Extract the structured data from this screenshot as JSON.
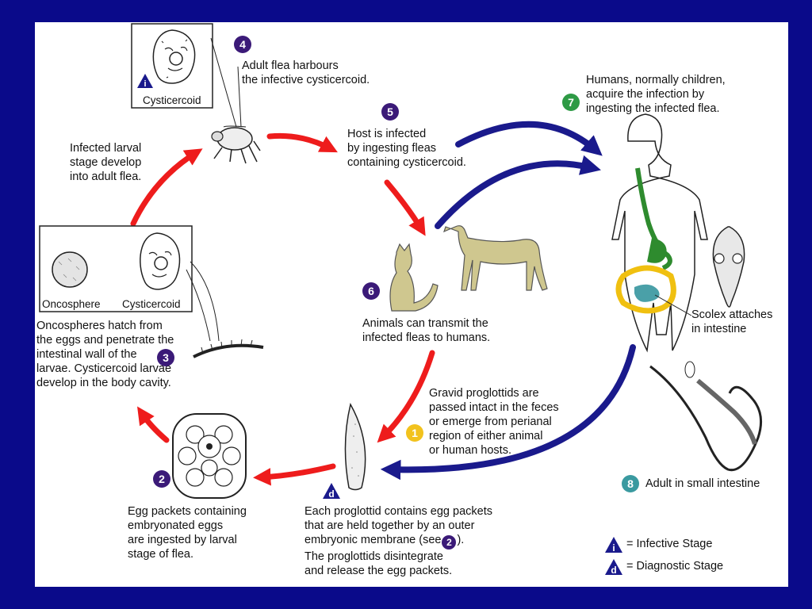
{
  "colors": {
    "background": "#0a0a8a",
    "panel": "#ffffff",
    "red_arrow": "#ee1c1c",
    "blue_arrow": "#1a1a8c",
    "badge_purple": "#3b1a78",
    "badge_green": "#2e9a45",
    "badge_yellow": "#f2c21d",
    "badge_teal": "#3a9aa0"
  },
  "steps": {
    "s1": {
      "num": "1",
      "lines": [
        "Gravid proglottids are",
        "passed intact in the feces",
        "or emerge from perianal",
        "region of either animal",
        "or human hosts."
      ]
    },
    "s2": {
      "num": "2",
      "lines": [
        "Egg packets containing",
        "embryonated eggs",
        "are ingested by larval",
        "stage of flea."
      ]
    },
    "s3": {
      "num": "3",
      "lines": [
        "Oncospheres hatch from",
        "the eggs and penetrate the",
        "intestinal wall of the",
        "larvae. Cysticercoid larvae",
        "develop in the body cavity."
      ]
    },
    "s4": {
      "num": "4",
      "lines": [
        "Adult flea harbours",
        "the infective cysticercoid."
      ]
    },
    "s5": {
      "num": "5",
      "lines": [
        "Host is infected",
        "by ingesting fleas",
        "containing cysticercoid."
      ]
    },
    "s6": {
      "num": "6",
      "lines": [
        "Animals can transmit the",
        "infected fleas to humans."
      ]
    },
    "s7": {
      "num": "7",
      "lines": [
        "Humans, normally children,",
        "acquire the infection by",
        "ingesting the infected flea."
      ]
    },
    "s8": {
      "num": "8",
      "text": "Adult in small intestine"
    },
    "larval": {
      "lines": [
        "Infected larval",
        "stage develop",
        "into adult flea."
      ]
    },
    "d_text": {
      "lines": [
        "Each proglottid contains egg packets",
        "that are held together by an outer",
        "embryonic membrane (see",
        "The proglottids disintegrate",
        "and release the egg packets."
      ],
      "close": ")."
    },
    "scolex": {
      "lines": [
        "Scolex attaches",
        "in intestine"
      ]
    }
  },
  "boxes": {
    "cysticercoid_top": "Cysticercoid",
    "oncosphere": "Oncosphere",
    "cysticercoid_left": "Cysticercoid"
  },
  "legend": {
    "i_symbol": "i",
    "d_symbol": "d",
    "infective": "= Infective Stage",
    "diagnostic": "= Diagnostic Stage"
  }
}
